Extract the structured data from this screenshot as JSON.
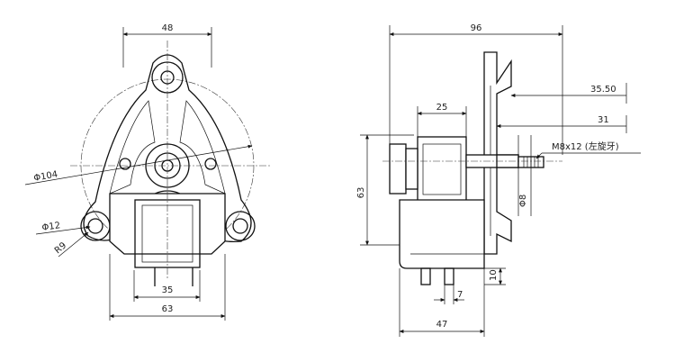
{
  "front_view": {
    "dims": {
      "width_top": "48",
      "dia_outer": "Φ104",
      "dia_hole": "Φ12",
      "radius": "R9",
      "width_inner": "35",
      "width_bottom": "63"
    }
  },
  "side_view": {
    "dims": {
      "overall_length": "96",
      "shaft_a": "35.50",
      "coil_width": "25",
      "shaft_b": "31",
      "thread": "M8x12 (左旋牙)",
      "height": "63",
      "shaft_dia": "Φ8",
      "term_height": "10",
      "term_spacing": "7",
      "base_width": "47"
    }
  },
  "colors": {
    "line": "#111111",
    "background": "#ffffff"
  }
}
